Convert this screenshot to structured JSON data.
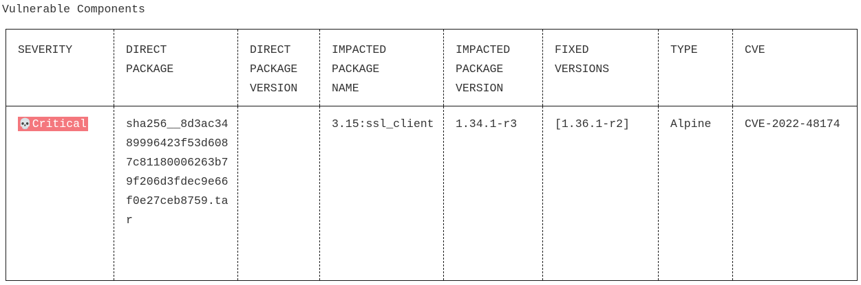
{
  "page": {
    "title": "Vulnerable Components"
  },
  "table": {
    "columns": [
      {
        "lines": [
          "SEVERITY"
        ]
      },
      {
        "lines": [
          "DIRECT",
          "PACKAGE"
        ]
      },
      {
        "lines": [
          "DIRECT",
          "PACKAGE",
          "VERSION"
        ]
      },
      {
        "lines": [
          "IMPACTED",
          "PACKAGE",
          "NAME"
        ]
      },
      {
        "lines": [
          "IMPACTED",
          "PACKAGE",
          "VERSION"
        ]
      },
      {
        "lines": [
          "FIXED",
          "VERSIONS"
        ]
      },
      {
        "lines": [
          "TYPE"
        ]
      },
      {
        "lines": [
          "CVE"
        ]
      }
    ],
    "rows": [
      {
        "severity": {
          "icon": "skull-icon",
          "glyph": "💀",
          "label": "Critical",
          "color": "#f4777d"
        },
        "direct_package": "sha256__8d3ac3489996423f53d6087c81180006263b79f206d3fdec9e66f0e27ceb8759.tar",
        "direct_package_version": "",
        "impacted_package_name": "3.15:ssl_client",
        "impacted_package_version": "1.34.1-r3",
        "fixed_versions": "[1.36.1-r2]",
        "type": "Alpine",
        "cve": "CVE-2022-48174"
      }
    ]
  }
}
